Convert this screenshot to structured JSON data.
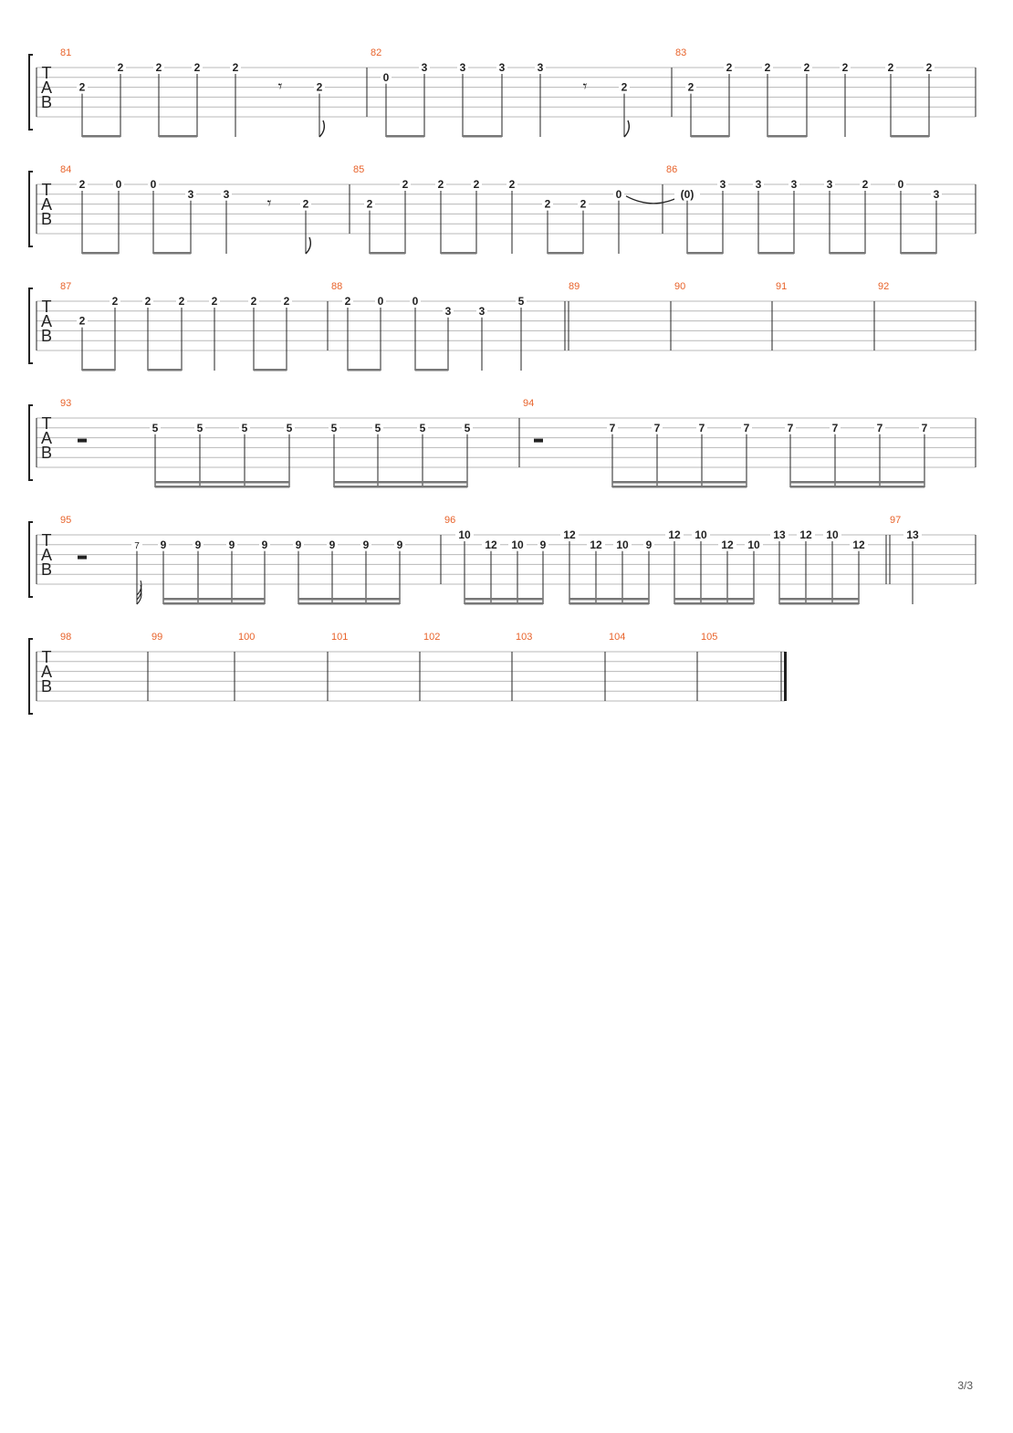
{
  "page_number": "3/3",
  "tab_clef": [
    "T",
    "A",
    "B"
  ],
  "systems": [
    {
      "measures": [
        {
          "number": "81",
          "notes": [
            {
              "f": "2",
              "s": 3
            },
            {
              "f": "2",
              "s": 1
            },
            {
              "f": "2",
              "s": 1
            },
            {
              "f": "2",
              "s": 1
            },
            {
              "f": "2",
              "s": 1
            },
            {
              "rest": "eighth"
            },
            {
              "f": "2",
              "s": 3,
              "flag": 1
            }
          ]
        },
        {
          "number": "82",
          "notes": [
            {
              "f": "0",
              "s": 2
            },
            {
              "f": "3",
              "s": 1
            },
            {
              "f": "3",
              "s": 1
            },
            {
              "f": "3",
              "s": 1
            },
            {
              "f": "3",
              "s": 1
            },
            {
              "rest": "eighth"
            },
            {
              "f": "2",
              "s": 3,
              "flag": 1
            }
          ]
        },
        {
          "number": "83",
          "notes": [
            {
              "f": "2",
              "s": 3
            },
            {
              "f": "2",
              "s": 1
            },
            {
              "f": "2",
              "s": 1
            },
            {
              "f": "2",
              "s": 1
            },
            {
              "f": "2",
              "s": 1
            },
            {
              "f": "2",
              "s": 1
            },
            {
              "f": "2",
              "s": 1
            }
          ]
        }
      ]
    },
    {
      "measures": [
        {
          "number": "84",
          "notes": [
            {
              "f": "2",
              "s": 1
            },
            {
              "f": "0",
              "s": 1
            },
            {
              "f": "0",
              "s": 1
            },
            {
              "f": "3",
              "s": 2
            },
            {
              "f": "3",
              "s": 2
            },
            {
              "rest": "eighth"
            },
            {
              "f": "2",
              "s": 3,
              "flag": 1
            }
          ]
        },
        {
          "number": "85",
          "notes": [
            {
              "f": "2",
              "s": 3
            },
            {
              "f": "2",
              "s": 1
            },
            {
              "f": "2",
              "s": 1
            },
            {
              "f": "2",
              "s": 1
            },
            {
              "f": "2",
              "s": 1
            },
            {
              "f": "2",
              "s": 3
            },
            {
              "f": "2",
              "s": 3
            },
            {
              "f": "0",
              "s": 2,
              "tie": true
            }
          ]
        },
        {
          "number": "86",
          "notes": [
            {
              "f": "(0)",
              "s": 2
            },
            {
              "f": "3",
              "s": 1
            },
            {
              "f": "3",
              "s": 1
            },
            {
              "f": "3",
              "s": 1
            },
            {
              "f": "3",
              "s": 1
            },
            {
              "f": "2",
              "s": 1
            },
            {
              "f": "0",
              "s": 1
            },
            {
              "f": "3",
              "s": 2
            }
          ]
        }
      ]
    },
    {
      "measures": [
        {
          "number": "87",
          "notes": [
            {
              "f": "2",
              "s": 3
            },
            {
              "f": "2",
              "s": 1
            },
            {
              "f": "2",
              "s": 1
            },
            {
              "f": "2",
              "s": 1
            },
            {
              "f": "2",
              "s": 1
            },
            {
              "f": "2",
              "s": 1
            },
            {
              "f": "2",
              "s": 1
            }
          ]
        },
        {
          "number": "88",
          "notes": [
            {
              "f": "2",
              "s": 1
            },
            {
              "f": "0",
              "s": 1
            },
            {
              "f": "0",
              "s": 1
            },
            {
              "f": "3",
              "s": 2
            },
            {
              "f": "3",
              "s": 2
            },
            {
              "f": "5",
              "s": 1
            }
          ]
        },
        {
          "number": "89",
          "notes": []
        },
        {
          "number": "90",
          "notes": []
        },
        {
          "number": "91",
          "notes": []
        },
        {
          "number": "92",
          "notes": []
        }
      ]
    },
    {
      "measures": [
        {
          "number": "93",
          "notes": [
            {
              "rest": "half"
            },
            {
              "f": "5",
              "s": 2
            },
            {
              "f": "5",
              "s": 2
            },
            {
              "f": "5",
              "s": 2
            },
            {
              "f": "5",
              "s": 2
            },
            {
              "f": "5",
              "s": 2
            },
            {
              "f": "5",
              "s": 2
            },
            {
              "f": "5",
              "s": 2
            },
            {
              "f": "5",
              "s": 2
            }
          ]
        },
        {
          "number": "94",
          "notes": [
            {
              "rest": "half"
            },
            {
              "f": "7",
              "s": 2
            },
            {
              "f": "7",
              "s": 2
            },
            {
              "f": "7",
              "s": 2
            },
            {
              "f": "7",
              "s": 2
            },
            {
              "f": "7",
              "s": 2
            },
            {
              "f": "7",
              "s": 2
            },
            {
              "f": "7",
              "s": 2
            },
            {
              "f": "7",
              "s": 2
            }
          ]
        }
      ]
    },
    {
      "measures": [
        {
          "number": "95",
          "notes": [
            {
              "rest": "half"
            },
            {
              "f": "7",
              "s": 2,
              "grace": true
            },
            {
              "f": "9",
              "s": 2
            },
            {
              "f": "9",
              "s": 2
            },
            {
              "f": "9",
              "s": 2
            },
            {
              "f": "9",
              "s": 2
            },
            {
              "f": "9",
              "s": 2
            },
            {
              "f": "9",
              "s": 2
            },
            {
              "f": "9",
              "s": 2
            },
            {
              "f": "9",
              "s": 2
            }
          ]
        },
        {
          "number": "96",
          "notes": [
            {
              "f": "10",
              "s": 1
            },
            {
              "f": "12",
              "s": 2
            },
            {
              "f": "10",
              "s": 2
            },
            {
              "f": "9",
              "s": 2
            },
            {
              "f": "12",
              "s": 1
            },
            {
              "f": "12",
              "s": 2
            },
            {
              "f": "10",
              "s": 2
            },
            {
              "f": "9",
              "s": 2
            },
            {
              "f": "12",
              "s": 1
            },
            {
              "f": "10",
              "s": 1
            },
            {
              "f": "12",
              "s": 2
            },
            {
              "f": "10",
              "s": 2
            },
            {
              "f": "13",
              "s": 1
            },
            {
              "f": "12",
              "s": 1
            },
            {
              "f": "10",
              "s": 1
            },
            {
              "f": "12",
              "s": 2
            }
          ]
        },
        {
          "number": "97",
          "notes": [
            {
              "f": "13",
              "s": 1
            }
          ]
        }
      ]
    },
    {
      "measures": [
        {
          "number": "98",
          "notes": []
        },
        {
          "number": "99",
          "notes": []
        },
        {
          "number": "100",
          "notes": []
        },
        {
          "number": "101",
          "notes": []
        },
        {
          "number": "102",
          "notes": []
        },
        {
          "number": "103",
          "notes": []
        },
        {
          "number": "104",
          "notes": []
        },
        {
          "number": "105",
          "notes": []
        }
      ]
    }
  ],
  "colors": {
    "measure_number": "#e8632b",
    "staff_line": "#b8b8b8",
    "ink": "#222222",
    "beam": "#777777"
  }
}
